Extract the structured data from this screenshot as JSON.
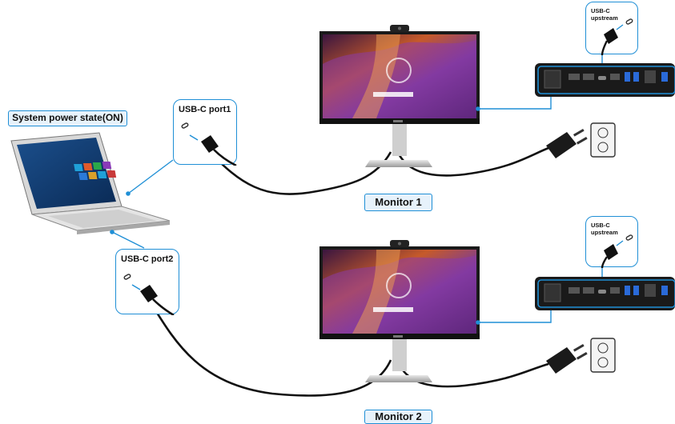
{
  "system_state_label": "System power state(ON)",
  "monitor1": {
    "caption": "Monitor 1",
    "port_label": "USB-C port1",
    "upstream_label_line1": "USB-C",
    "upstream_label_line2": "upstream"
  },
  "monitor2": {
    "caption": "Monitor 2",
    "port_label": "USB-C port2",
    "upstream_label_line1": "USB-C",
    "upstream_label_line2": "upstream"
  },
  "colors": {
    "accent": "#1f8fd6",
    "label_fill": "#e7f2fb",
    "cable": "#111111",
    "screen_purple": "#6a2c8e"
  },
  "icons": [
    "laptop-icon",
    "monitor-icon",
    "webcam-icon",
    "usb-c-connector-icon",
    "power-plug-icon",
    "wall-outlet-icon",
    "rear-io-panel-icon"
  ]
}
